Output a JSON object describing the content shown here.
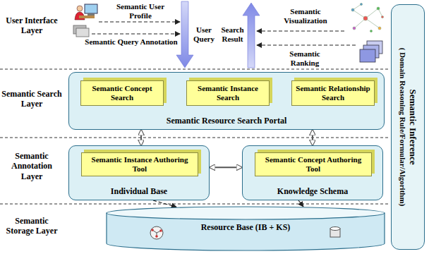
{
  "diagram": {
    "nodes": [
      {
        "text": [
          "Semantic Resource Search Portal"
        ]
      },
      {
        "text": [
          "Semantic Concept Search"
        ],
        "in": 0
      },
      {
        "text": [
          "Semantic Instance Search"
        ],
        "in": 0
      },
      {
        "text": [
          "Semantic Relationship Search"
        ],
        "in": 0
      },
      {
        "text": [
          "Individual Base"
        ]
      },
      {
        "text": [
          "Semantic Instance Authoring Tool"
        ],
        "in": 4
      },
      {
        "text": [
          "Knowledge Schema"
        ]
      },
      {
        "text": [
          "Semantic Concept Authoring Tool"
        ],
        "in": 6
      },
      {
        "text": [
          "Resource Base (IB + KS)"
        ]
      },
      {
        "text": [
          "Semantic Inference",
          "( Domain Reasoning Rule/Formular/Algorithm)"
        ]
      }
    ],
    "edges": [
      {
        "from": 0,
        "to": 4,
        "arrow": "both"
      },
      {
        "from": 0,
        "to": 6,
        "arrow": "both"
      },
      {
        "from": 4,
        "to": 6,
        "arrow": "both"
      },
      {
        "from": 4,
        "to": 8,
        "arrow": "to"
      },
      {
        "from": 6,
        "to": 8,
        "arrow": "to"
      }
    ],
    "labels": [
      "User Interface Layer",
      "Semantic Search Layer",
      "Semantic Annotation Layer",
      "Semantic Storage Layer",
      "Semantic User Profile",
      "Semantic Query Annotation",
      "User Query",
      "Search Result",
      "Semantic Visualization",
      "Semantic Ranking"
    ]
  }
}
